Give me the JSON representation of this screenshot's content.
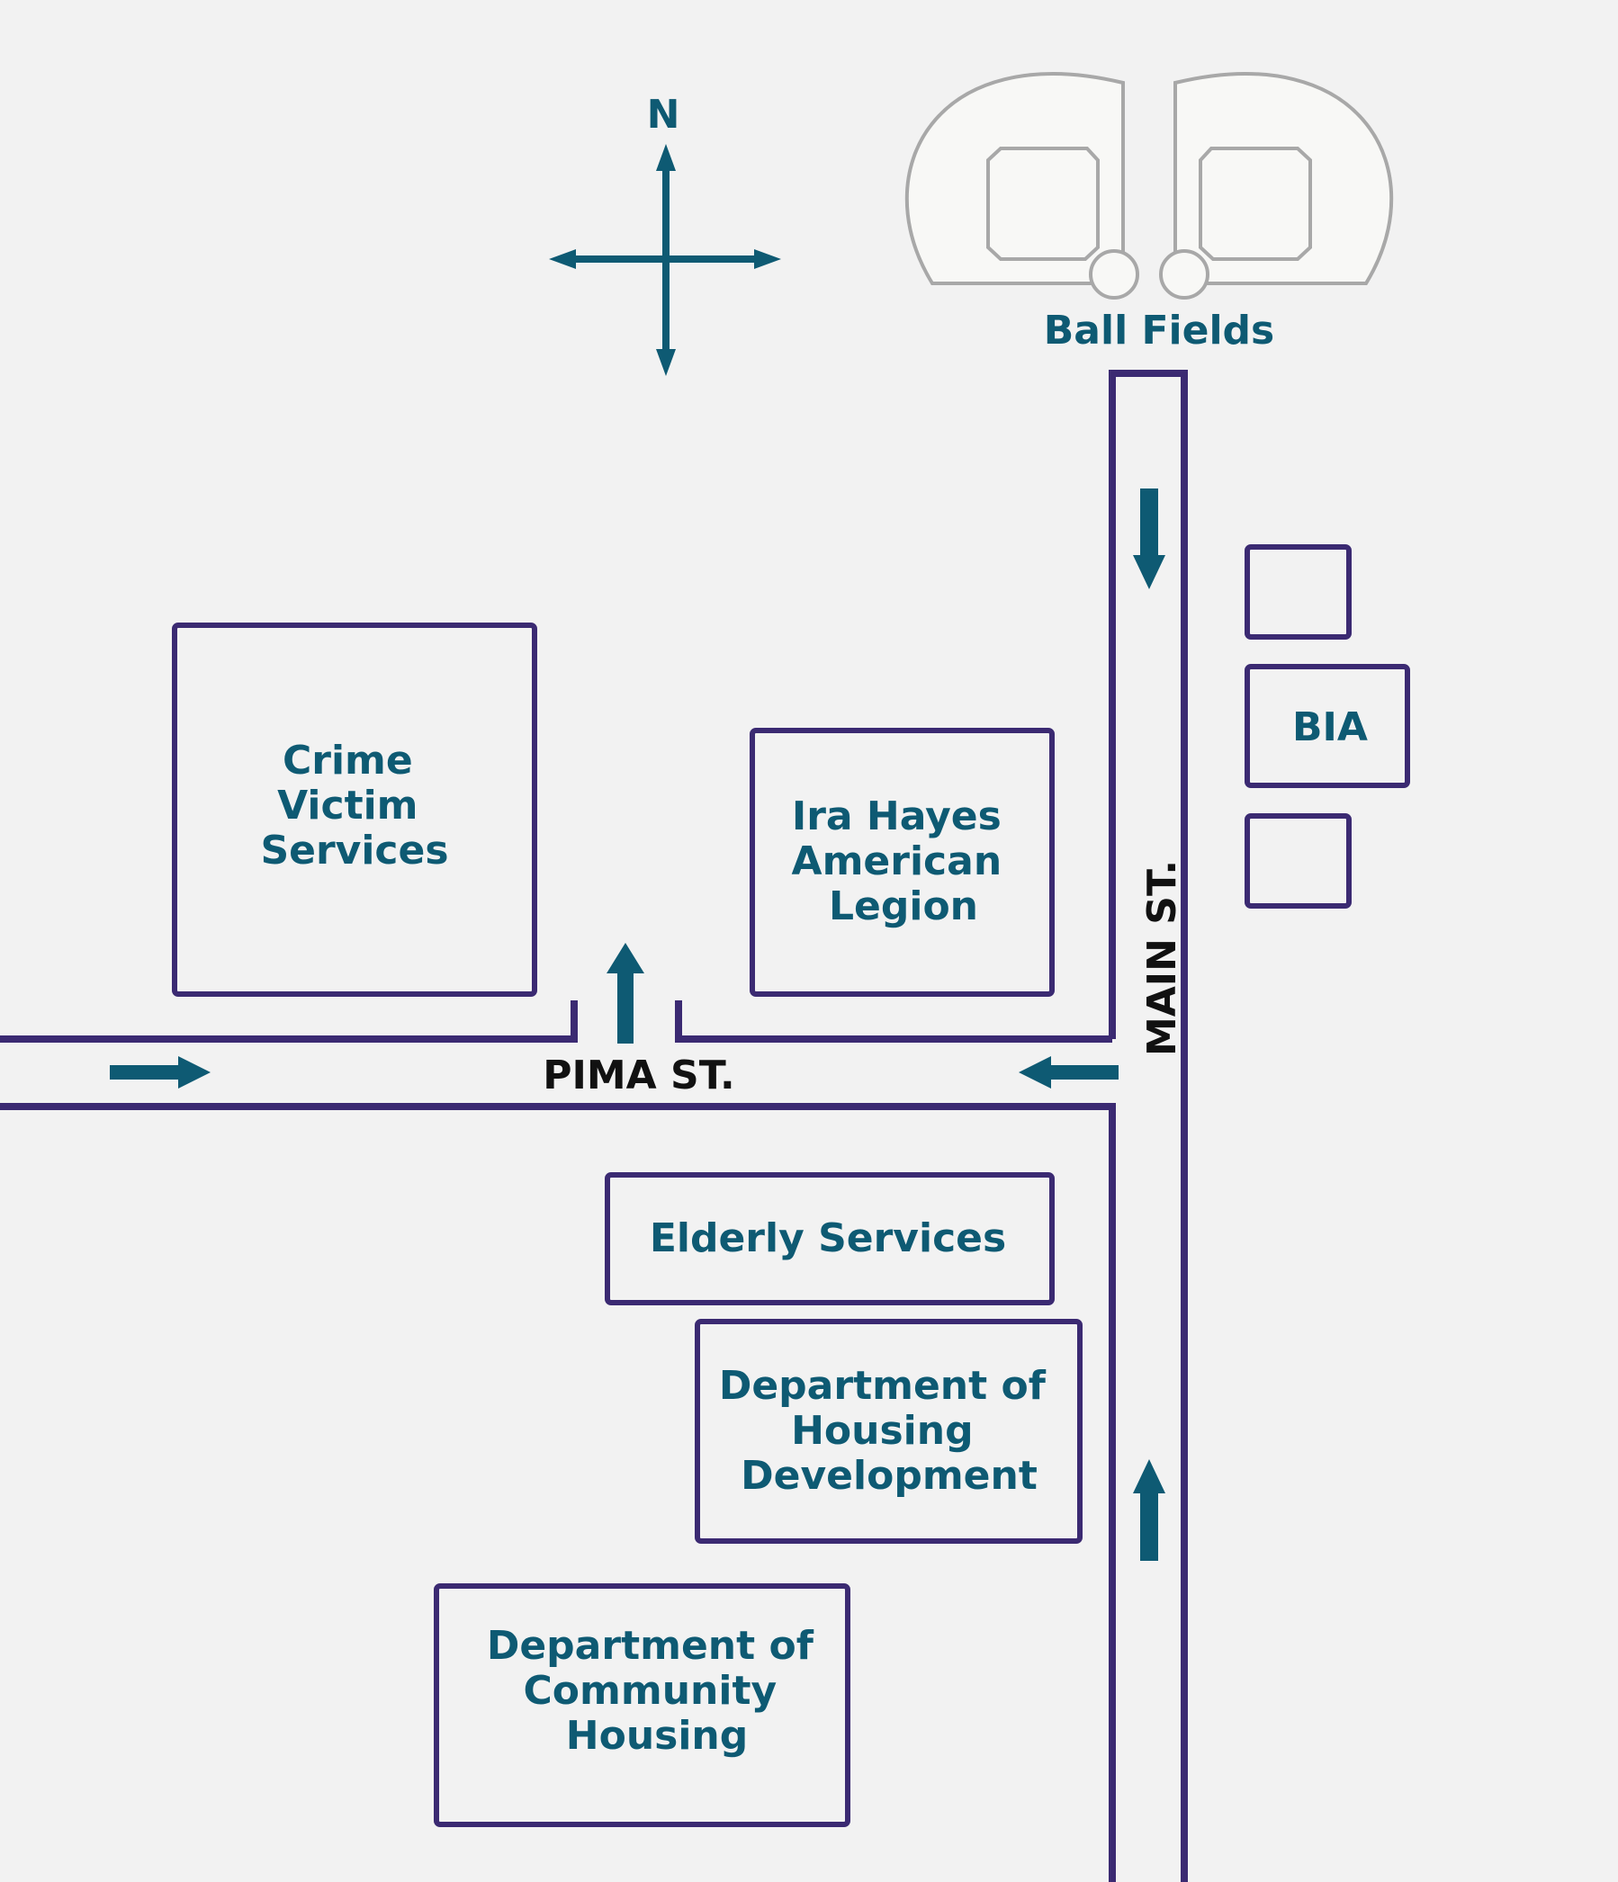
{
  "colors": {
    "background": "#f2f2f2",
    "road_outline": "#3b2a72",
    "accent": "#0e5a73",
    "street_text": "#111111",
    "field_fill": "#f8f8f6",
    "field_outline": "#a8a8a8"
  },
  "compass": {
    "north_label": "N",
    "icon": "compass-rose-icon"
  },
  "landmarks": {
    "ball_fields": "Ball Fields"
  },
  "streets": {
    "pima": "PIMA ST.",
    "main": "MAIN ST."
  },
  "buildings": {
    "crime_victim_services": [
      "Crime",
      "Victim",
      "Services"
    ],
    "ira_hayes_legion": [
      "Ira Hayes",
      "American",
      "Legion"
    ],
    "bia": "BIA",
    "elderly_services": "Elderly Services",
    "housing_development": [
      "Department of",
      "Housing",
      "Development"
    ],
    "community_housing": [
      "Department of",
      "Community",
      "Housing"
    ]
  },
  "traffic_arrows": [
    {
      "road": "Pima St.",
      "direction": "east"
    },
    {
      "road": "Pima St.",
      "direction": "west"
    },
    {
      "road": "Pima St. north entrance",
      "direction": "north"
    },
    {
      "road": "Main St.",
      "direction": "south"
    },
    {
      "road": "Main St.",
      "direction": "north"
    }
  ]
}
